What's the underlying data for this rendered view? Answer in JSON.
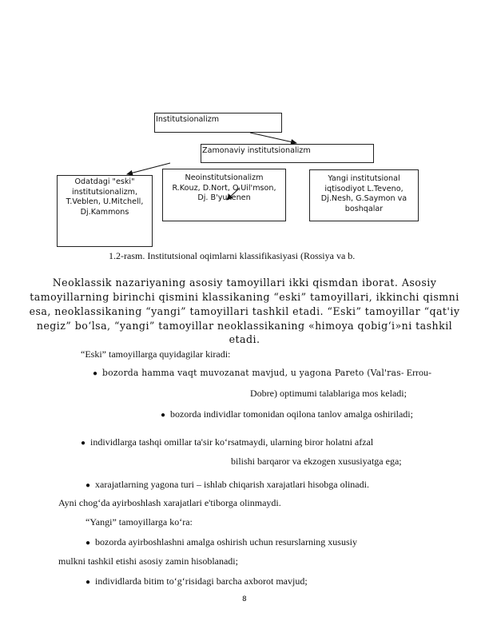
{
  "diagram": {
    "institutsionalizm": "Institutsionalizm",
    "zamonaviy": "Zamonaviy institutsionalizm",
    "odatdagi": [
      "Odatdagi \"eski\"",
      "institutsionalizm,",
      "T.Veblen, U.Mitchell,",
      "Dj.Kammons"
    ],
    "neo": [
      "Neoinstitutsionalizm",
      "R.Kouz, D.Nort, O.Uil'mson,",
      "Dj. B'yukenen"
    ],
    "yangi": [
      "Yangi institutsional",
      "iqtisodiyot L.Teveno,",
      "Dj.Nesh, G.Saymon va",
      "boshqalar"
    ]
  },
  "caption": "1.2-rasm. Institutsional oqimlarni klassifikasiyasi (Rossiya va b.",
  "paragraph": [
    "Neoklassik nazariyaning asosiy tamoyillari ikki qismdan iborat. Asosiy",
    "tamoyillarning birinchi qismini klassikaning “eski” tamoyillari, ikkinchi qismni",
    "esa, neoklassikaning “yangi” tamoyillari tashkil etadi. “Eski” tamoyillar “qat'iy",
    "negiz” bo‘lsa, “yangi” tamoyillar neoklassikaning «himoya qobig‘i»ni tashkil",
    "etadi."
  ],
  "eski_intro": "“Eski” tamoyillarga quyidagilar kiradi:",
  "eski_items": {
    "item1_line1_sp": "bozorda hamma vaqt muvozanat mavjud, u yagona Pareto (Val'ras-",
    "item1_line1_end": " Errou-",
    "item1_line2": "Dobre) optimumi talablariga mos keladi;",
    "item2": "bozorda individlar tomonidan  oqilona tanlov amalga oshiriladi;",
    "item3_line1": "individlarga tashqi omillar ta'sir ko‘rsatmaydi, ularning biror holatni afzal",
    "item3_line2": "bilishi barqaror va ekzogen xususiyatga ega;",
    "item4": "xarajatlarning yagona turi – ishlab chiqarish xarajatlari hisobga olinadi.",
    "item4_cont": "Ayni chog‘da ayirboshlash xarajatlari e'tiborga olinmaydi."
  },
  "yangi_intro": "“Yangi” tamoyillarga ko‘ra:",
  "yangi_items": {
    "item1": "bozorda ayirboshlashni amalga oshirish uchun resurslarning xususiy",
    "item1_cont": "mulkni tashkil etishi asosiy zamin hisoblanadi;",
    "item2": "individlarda  bitim to‘g‘risidagi barcha axborot mavjud;"
  },
  "page_number": "8"
}
